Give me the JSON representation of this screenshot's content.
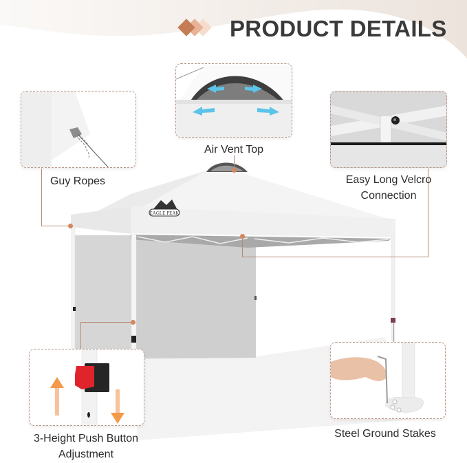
{
  "header": {
    "title": "PRODUCT DETAILS",
    "accent_colors": [
      "#c47c55",
      "#e7b296",
      "#f6dccd"
    ]
  },
  "product": {
    "brand_logo_text": "EAGLE PEAK",
    "canopy_color": "#f2f2f2",
    "sidewall_color": "#cfcfcf"
  },
  "callouts": [
    {
      "id": "air-vent-top",
      "label": "Air Vent Top"
    },
    {
      "id": "guy-ropes",
      "label": "Guy Ropes"
    },
    {
      "id": "velcro",
      "label_line1": "Easy Long Velcro",
      "label_line2": "Connection"
    },
    {
      "id": "push-button",
      "label_line1": "3-Height Push Button",
      "label_line2": "Adjustment"
    },
    {
      "id": "ground-stakes",
      "label": "Steel Ground Stakes"
    }
  ],
  "colors": {
    "leader_line": "#b58a74",
    "leader_dot": "#d4875f",
    "arrow_orange": "#f39a4a",
    "vent_arrow_blue": "#5cc4e8",
    "button_red": "#e0242c"
  }
}
